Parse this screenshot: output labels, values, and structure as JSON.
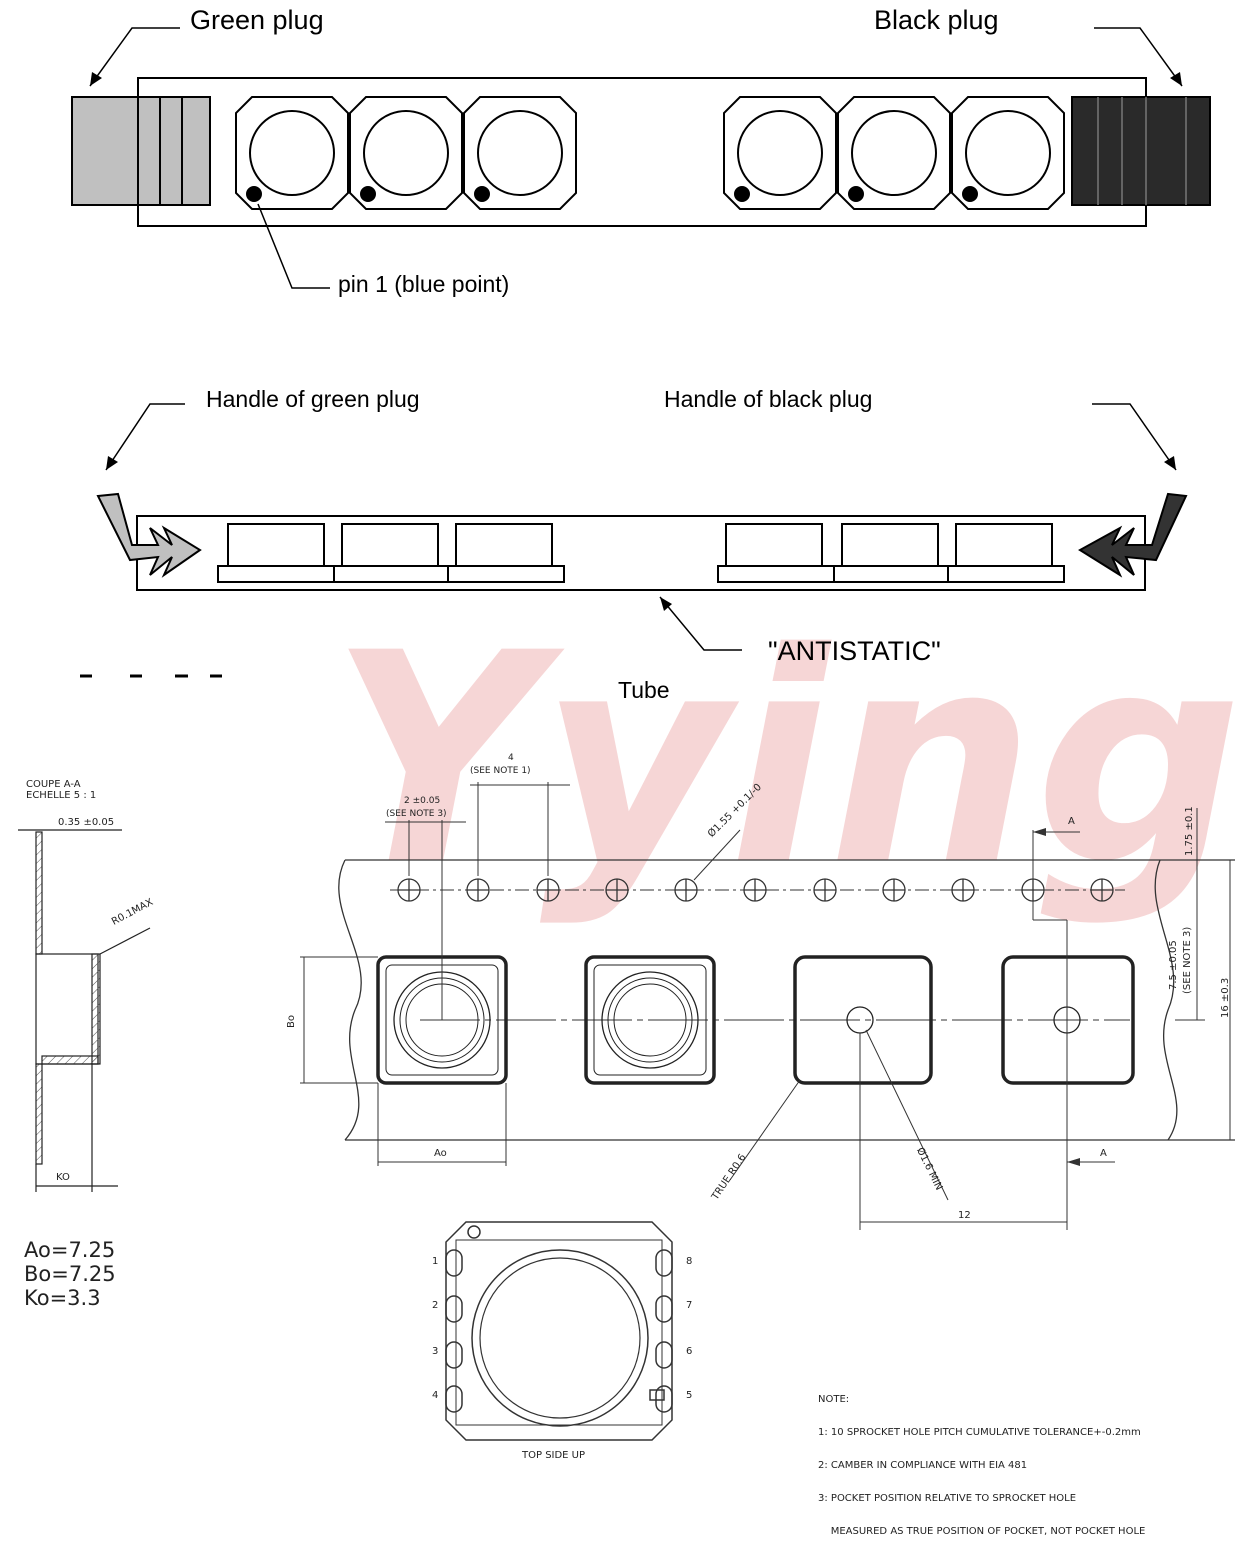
{
  "tube_top": {
    "green_plug_label": "Green plug",
    "black_plug_label": "Black plug",
    "pin1_label": "pin 1 (blue point)"
  },
  "tube_side": {
    "handle_green_label": "Handle of green plug",
    "handle_black_label": "Handle of black plug",
    "antistatic_label": "\"ANTISTATIC\"",
    "tube_label": "Tube"
  },
  "watermark": "Yying",
  "section": {
    "title_line1": "COUPE A-A",
    "title_line2": "ECHELLE 5 : 1",
    "thickness": "0.35 ±0.05",
    "radius": "R0.1MAX",
    "ko_label": "KO"
  },
  "tape": {
    "pitch_4": "4",
    "see_note_1": "(SEE NOTE 1)",
    "pitch_2": "2 ±0.05",
    "see_note_3": "(SEE NOTE 3)",
    "hole_dia": "Ø1.55 +0.1/-0",
    "dim_175": "1.75 ±0.1",
    "dim_75": "7.5 ±0.05",
    "see_note_3b": "(SEE NOTE 3)",
    "dim_16": "16 ±0.3",
    "bo_label": "Bo",
    "ao_label": "Ao",
    "true_r": "TRUE R0.6",
    "min_hole": "Ø1.6 MIN",
    "pitch_12": "12",
    "section_a_top": "A",
    "section_a_bottom": "A"
  },
  "dims_values": {
    "ao": "Ao=7.25",
    "bo": "Bo=7.25",
    "ko": "Ko=3.3"
  },
  "component": {
    "pins_left": [
      "1",
      "2",
      "3",
      "4"
    ],
    "pins_right": [
      "8",
      "7",
      "6",
      "5"
    ],
    "caption": "TOP SIDE UP"
  },
  "notes": {
    "title": "NOTE:",
    "lines": [
      "1: 10 SPROCKET HOLE PITCH CUMULATIVE TOLERANCE+-0.2mm",
      "2: CAMBER IN COMPLIANCE WITH EIA 481",
      "3: POCKET POSITION RELATIVE TO SPROCKET HOLE",
      "    MEASURED AS TRUE POSITION OF POCKET, NOT POCKET HOLE"
    ]
  },
  "colors": {
    "green_plug": "#c0c0c0",
    "black_plug": "#2a2a2a",
    "watermark": "#f2c4c4"
  }
}
